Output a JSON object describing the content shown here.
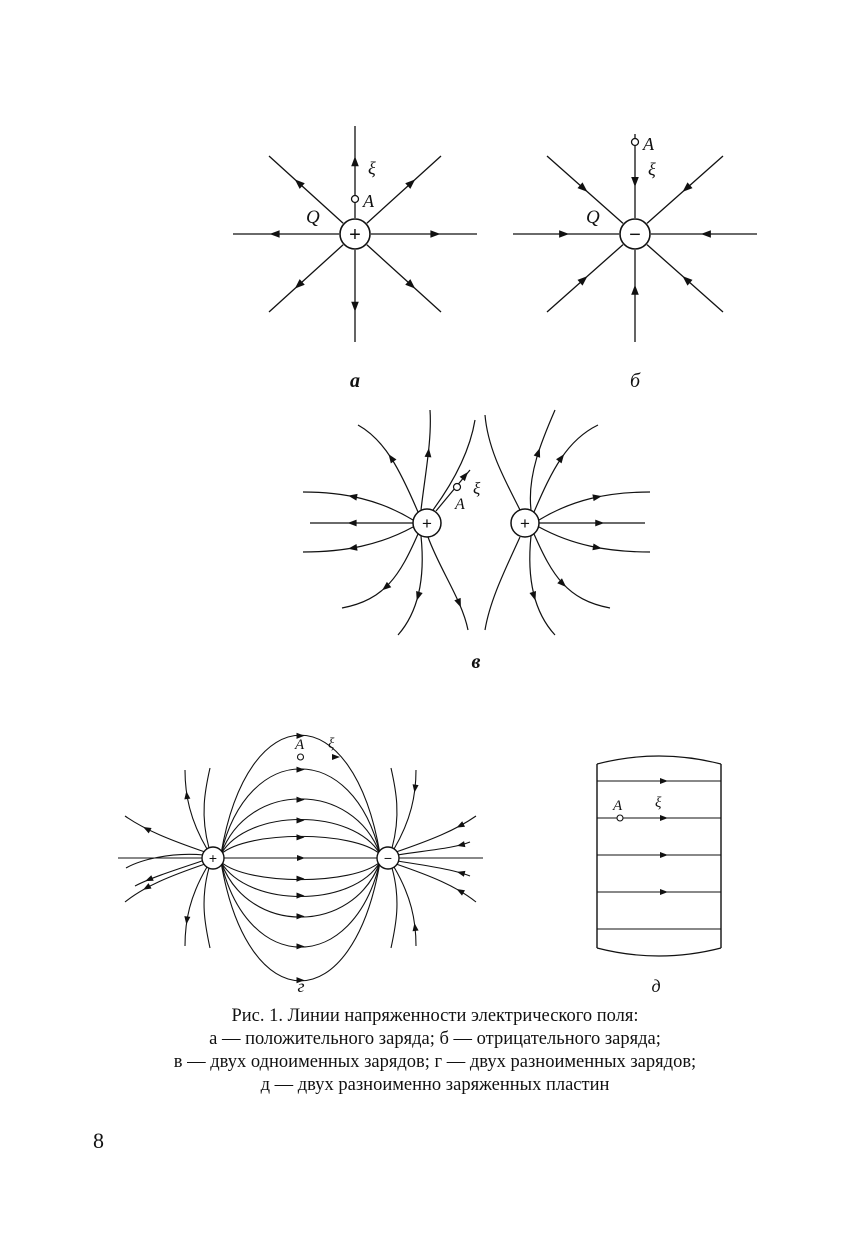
{
  "figures": {
    "a": {
      "label": "а",
      "charge_name": "Q",
      "charge_sign": "+",
      "point": "A",
      "field": "ξ"
    },
    "b": {
      "label": "б",
      "charge_name": "Q",
      "charge_sign": "−",
      "point": "A",
      "field": "ξ"
    },
    "v": {
      "label": "в",
      "charge1_sign": "+",
      "charge2_sign": "+",
      "point": "A",
      "field": "ξ"
    },
    "g": {
      "label": "г",
      "charge1_sign": "+",
      "charge2_sign": "−",
      "point": "A",
      "field": "ξ"
    },
    "d": {
      "label": "д",
      "point": "A",
      "field": "ξ"
    }
  },
  "caption": {
    "line1": "Рис. 1. Линии напряженности электрического поля:",
    "line2": "а — положительного заряда; б — отрицательного заряда;",
    "line3": "в — двух одноименных зарядов; г — двух разноименных зарядов;",
    "line4": "д — двух разноименно заряженных пластин"
  },
  "page_number": "8"
}
